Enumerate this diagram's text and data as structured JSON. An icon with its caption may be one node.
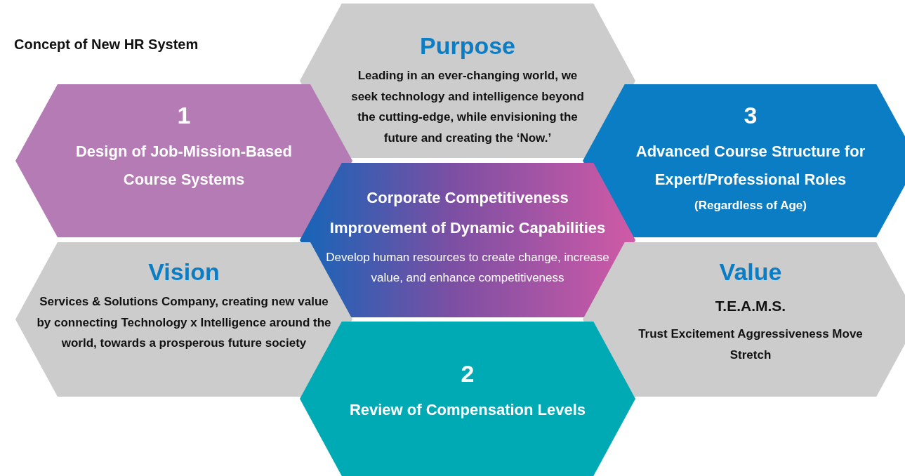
{
  "diagram": {
    "title": "Concept of New HR System",
    "nodes": [
      {
        "text": [
          "Purpose",
          "Leading in an ever-changing world, we seek technology and intelligence beyond the cutting-edge, while envisioning the future and creating the ‘Now.’"
        ]
      },
      {
        "text": [
          "1",
          "Design of Job-Mission-Based Course Systems"
        ]
      },
      {
        "text": [
          "3",
          "Advanced Course Structure for Expert/Professional Roles",
          "(Regardless of Age)"
        ]
      },
      {
        "text": [
          "Corporate Competitiveness",
          "Improvement of Dynamic Capabilities",
          "Develop human resources to create change, increase value, and enhance competitiveness"
        ]
      },
      {
        "text": [
          "Vision",
          "Services & Solutions Company, creating new value by connecting Technology x Intelligence around the world, towards a prosperous future society"
        ]
      },
      {
        "text": [
          "Value",
          "T.E.A.M.S.",
          "Trust Excitement Aggressiveness Move Stretch"
        ]
      },
      {
        "text": [
          "2",
          "Review of Compensation Levels"
        ]
      }
    ]
  }
}
